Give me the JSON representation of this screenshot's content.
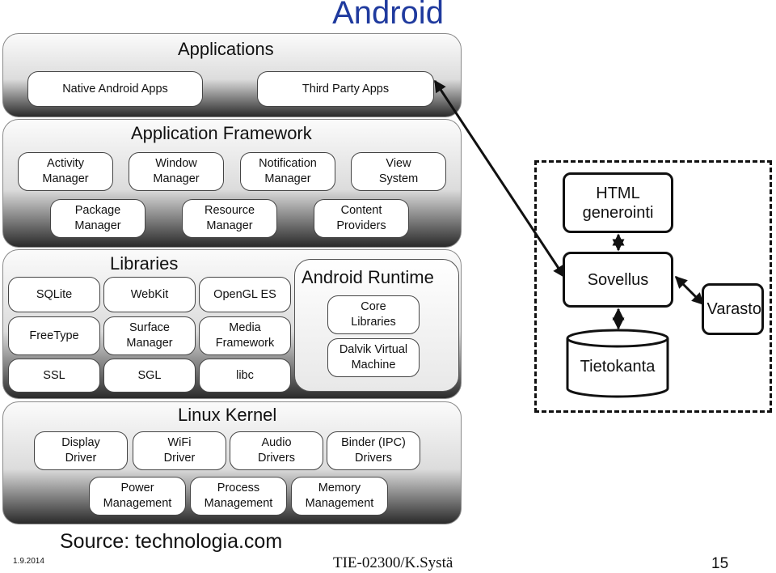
{
  "title": "Android",
  "layers": {
    "applications": {
      "title": "Applications",
      "items": [
        "Native Android Apps",
        "Third Party Apps"
      ]
    },
    "framework": {
      "title": "Application Framework",
      "items": [
        "Activity\nManager",
        "Window\nManager",
        "Notification\nManager",
        "View\nSystem",
        "Package\nManager",
        "Resource\nManager",
        "Content\nProviders"
      ]
    },
    "libraries": {
      "title": "Libraries",
      "items": [
        "SQLite",
        "WebKit",
        "OpenGL ES",
        "FreeType",
        "Surface\nManager",
        "Media\nFramework",
        "SSL",
        "SGL",
        "libc"
      ]
    },
    "runtime": {
      "title": "Android Runtime",
      "items": [
        "Core\nLibraries",
        "Dalvik Virtual\nMachine"
      ]
    },
    "kernel": {
      "title": "Linux Kernel",
      "items": [
        "Display\nDriver",
        "WiFi\nDriver",
        "Audio\nDrivers",
        "Binder (IPC)\nDrivers",
        "Power\nManagement",
        "Process\nManagement",
        "Memory\nManagement"
      ]
    }
  },
  "right_diagram": {
    "html_box": "HTML\ngenerointi",
    "app_box": "Sovellus",
    "storage_box": "Varasto",
    "db_label": "Tietokanta"
  },
  "footer": {
    "source": "Source: technologia.com",
    "date": "1.9.2014",
    "course": "TIE-02300/K.Systä",
    "page": "15"
  }
}
